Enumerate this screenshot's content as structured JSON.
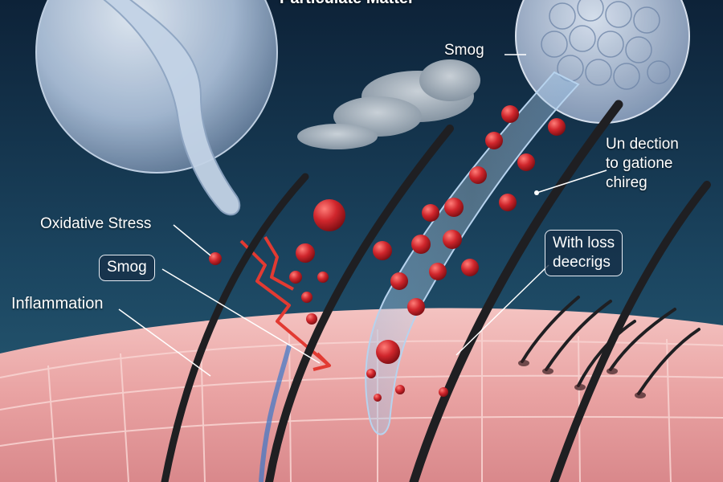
{
  "diagram": {
    "title_partial": "Particulate Matter",
    "labels": {
      "smog_top": "Smog",
      "oxidative_stress": "Oxidative Stress",
      "smog_box": "Smog",
      "inflammation": "Inflammation",
      "reduction": "Un dection\nto gatione\nchireg",
      "hair_loss": "With loss\ndeecrigs"
    },
    "colors": {
      "background_top": "#0d2238",
      "background_bottom": "#23536e",
      "skin": "#eaa5a5",
      "skin_line": "#f8d2d0",
      "particle": "#c8232a",
      "hair": "#1f1f22",
      "label_line": "#ffffff"
    }
  }
}
